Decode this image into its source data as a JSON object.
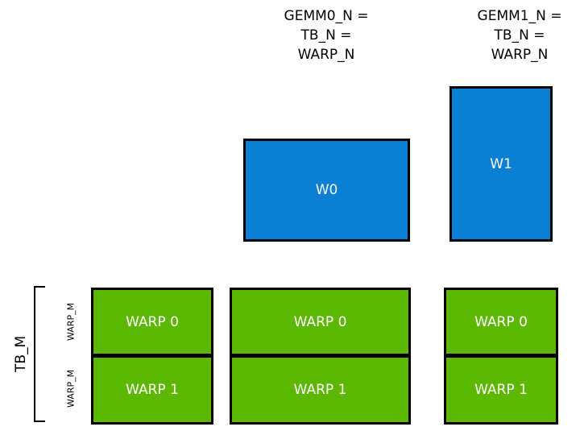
{
  "headers": [
    {
      "text": "GEMM0_N =\nTB_N =\nWARP_N"
    },
    {
      "text": "GEMM1_N =\nTB_N =\nWARP_N"
    }
  ],
  "warp_boxes": [
    {
      "label": "W0"
    },
    {
      "label": "W1"
    }
  ],
  "axis": {
    "tb_m": "TB_M",
    "warp_m_top": "WARP_M",
    "warp_m_bottom": "WARP_M"
  },
  "columns": [
    {
      "name": "column-left",
      "rows": [
        {
          "label": "WARP 0"
        },
        {
          "label": "WARP 1"
        }
      ]
    },
    {
      "name": "column-middle",
      "rows": [
        {
          "label": "WARP 0"
        },
        {
          "label": "WARP 1"
        }
      ]
    },
    {
      "name": "column-right",
      "rows": [
        {
          "label": "WARP 0"
        },
        {
          "label": "WARP 1"
        }
      ]
    }
  ],
  "colors": {
    "blue": "#0b7fd4",
    "green": "#5cb700",
    "outline": "#000000",
    "background": "#ffffff"
  }
}
